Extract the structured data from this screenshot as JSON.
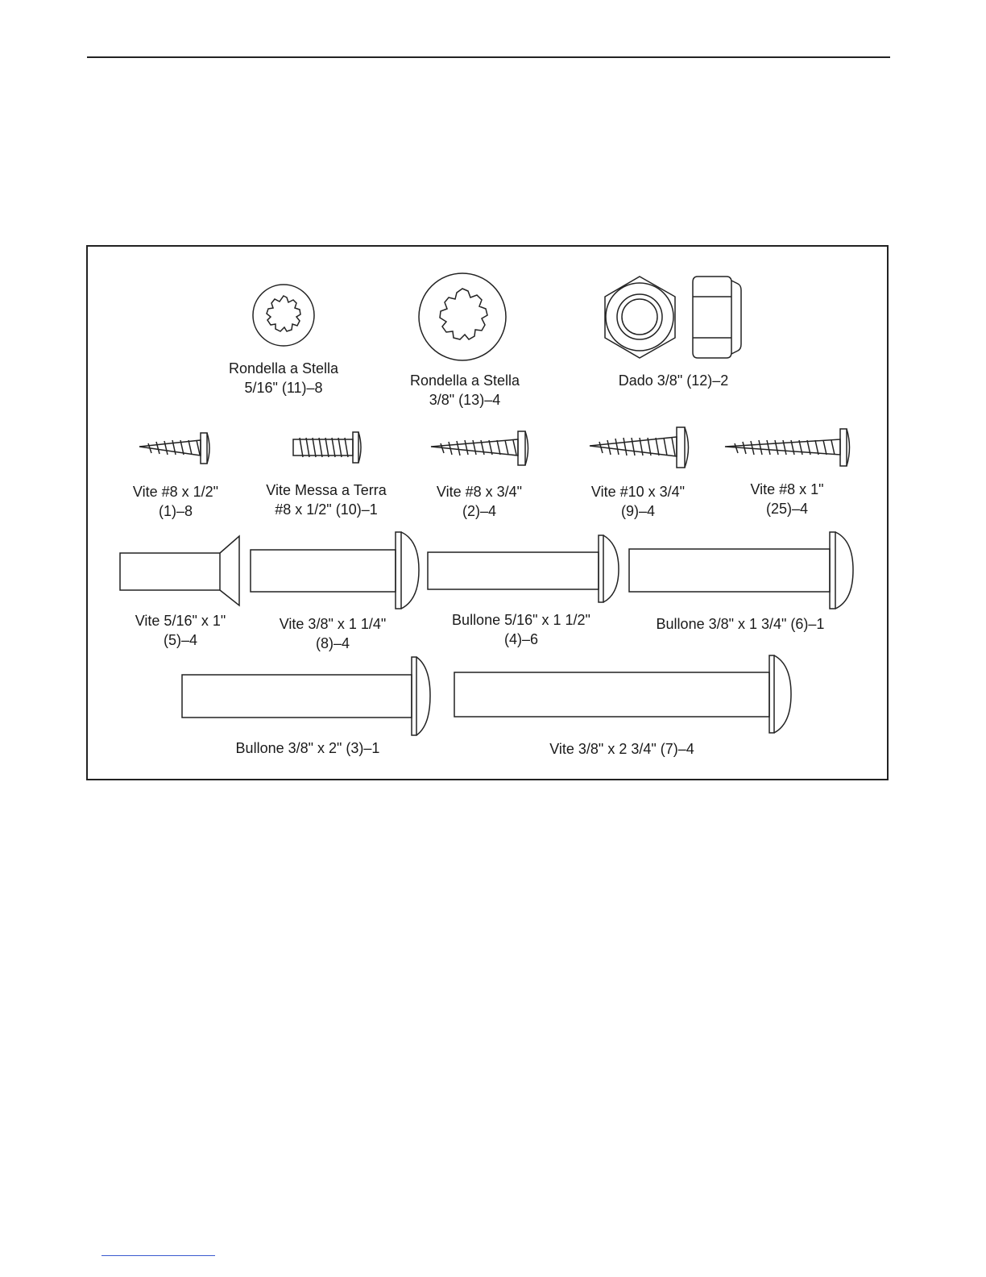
{
  "parts": {
    "star_washer_5_16": [
      "Rondella a Stella",
      "5/16\" (11)–8"
    ],
    "star_washer_3_8": [
      "Rondella a Stella",
      "3/8\" (13)–4"
    ],
    "nut_3_8": [
      "Dado 3/8\" (12)–2"
    ],
    "screw_8_half": [
      "Vite #8 x 1/2\"",
      "(1)–8"
    ],
    "ground_screw": [
      "Vite Messa a Terra",
      "#8 x 1/2\" (10)–1"
    ],
    "screw_8_3_4": [
      "Vite #8 x 3/4\"",
      "(2)–4"
    ],
    "screw_10_3_4": [
      "Vite #10 x 3/4\"",
      "(9)–4"
    ],
    "screw_8_1": [
      "Vite #8 x 1\"",
      "(25)–4"
    ],
    "screw_5_16_x1": [
      "Vite 5/16\" x 1\"",
      "(5)–4"
    ],
    "screw_3_8_x1_1_4": [
      "Vite 3/8\" x 1 1/4\"",
      "(8)–4"
    ],
    "bolt_5_16_x1_1_2": [
      "Bullone 5/16\" x 1 1/2\"",
      "(4)–6"
    ],
    "bolt_3_8_x1_3_4": [
      "Bullone 3/8\" x 1 3/4\" (6)–1"
    ],
    "bolt_3_8_x2": [
      "Bullone 3/8\" x 2\" (3)–1"
    ],
    "screw_3_8_x2_3_4": [
      "Vite 3/8\" x 2 3/4\" (7)–4"
    ]
  }
}
